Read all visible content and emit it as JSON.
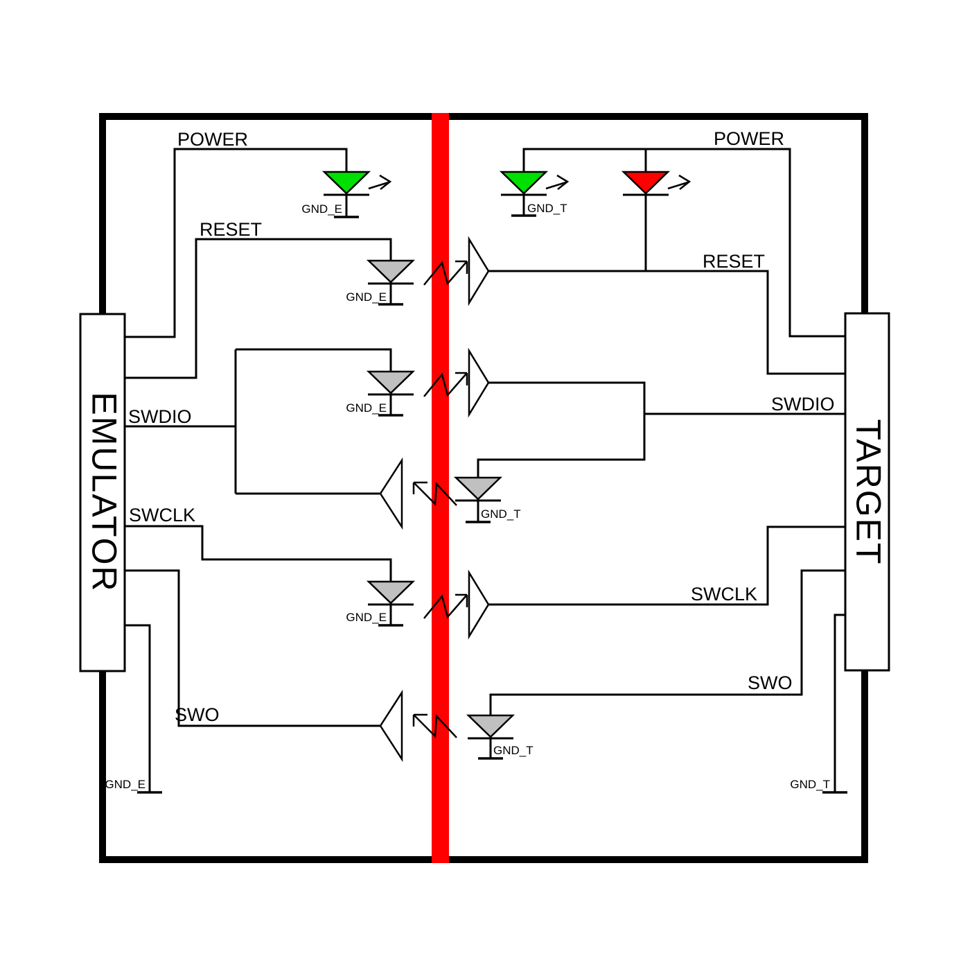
{
  "emulator": {
    "title": "EMULATOR",
    "ground_label": "GND_E",
    "signals": {
      "power": "POWER",
      "reset": "RESET",
      "swdio": "SWDIO",
      "swclk": "SWCLK",
      "swo": "SWO"
    }
  },
  "target": {
    "title": "TARGET",
    "ground_label": "GND_T",
    "signals": {
      "power": "POWER",
      "reset": "RESET",
      "swdio": "SWDIO",
      "swclk": "SWCLK",
      "swo": "SWO"
    }
  },
  "colors": {
    "isolation_barrier": "#FF0000",
    "led_green": "#00E000",
    "led_red": "#FF0000",
    "led_gray": "#C0C0C0",
    "wire": "#000000"
  }
}
